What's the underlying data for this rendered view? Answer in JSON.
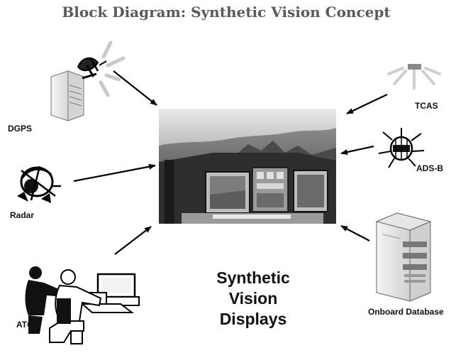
{
  "title": "Block Diagram: Synthetic Vision Concept",
  "center_caption": [
    "Synthetic",
    "Vision",
    "Displays"
  ],
  "nodes": {
    "dgps": "DGPS",
    "radar": "Radar",
    "atc": "ATC",
    "tcas": "TCAS",
    "adsb": "ADS-B",
    "database": "Onboard Database"
  },
  "icons": [
    "computer-tower-icon",
    "satellite-dish-icon",
    "radar-antenna-icon",
    "air-traffic-controllers-icon",
    "tcas-beacon-icon",
    "ads-b-satellite-icon",
    "database-server-icon",
    "cockpit-display-image"
  ]
}
